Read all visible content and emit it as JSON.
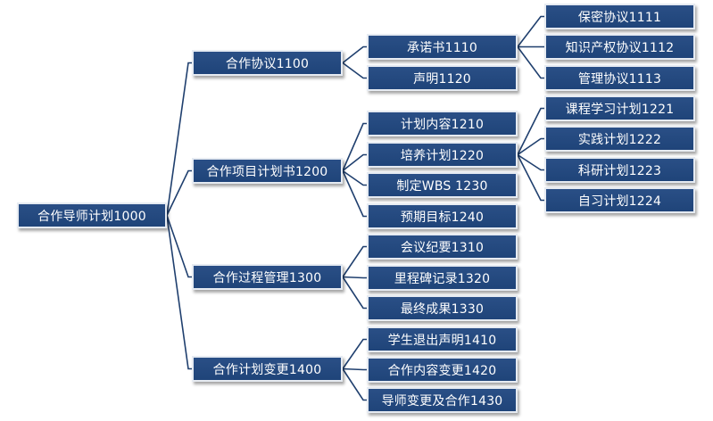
{
  "diagram": {
    "root": {
      "label": "合作导师计划1000"
    },
    "level1": [
      {
        "id": "n1100",
        "label": "合作协议1100"
      },
      {
        "id": "n1200",
        "label": "合作项目计划书1200"
      },
      {
        "id": "n1300",
        "label": "合作过程管理1300"
      },
      {
        "id": "n1400",
        "label": "合作计划变更1400"
      }
    ],
    "level2": [
      {
        "id": "n1110",
        "label": "承诺书1110"
      },
      {
        "id": "n1120",
        "label": "声明1120"
      },
      {
        "id": "n1210",
        "label": "计划内容1210"
      },
      {
        "id": "n1220",
        "label": "培养计划1220"
      },
      {
        "id": "n1230",
        "label": "制定WBS 1230"
      },
      {
        "id": "n1240",
        "label": "预期目标1240"
      },
      {
        "id": "n1310",
        "label": "会议纪要1310"
      },
      {
        "id": "n1320",
        "label": "里程碑记录1320"
      },
      {
        "id": "n1330",
        "label": "最终成果1330"
      },
      {
        "id": "n1410",
        "label": "学生退出声明1410"
      },
      {
        "id": "n1420",
        "label": "合作内容变更1420"
      },
      {
        "id": "n1430",
        "label": "导师变更及合作1430"
      }
    ],
    "level3": [
      {
        "id": "n1111",
        "label": "保密协议1111"
      },
      {
        "id": "n1112",
        "label": "知识产权协议1112"
      },
      {
        "id": "n1113",
        "label": "管理协议1113"
      },
      {
        "id": "n1221",
        "label": "课程学习计划1221"
      },
      {
        "id": "n1222",
        "label": "实践计划1222"
      },
      {
        "id": "n1223",
        "label": "科研计划1223"
      },
      {
        "id": "n1224",
        "label": "自习计划1224"
      }
    ]
  },
  "colors": {
    "node_fill": "#23497f",
    "node_border": "#e6ebf2",
    "connector": "#1f3f6e",
    "text": "#ffffff"
  }
}
